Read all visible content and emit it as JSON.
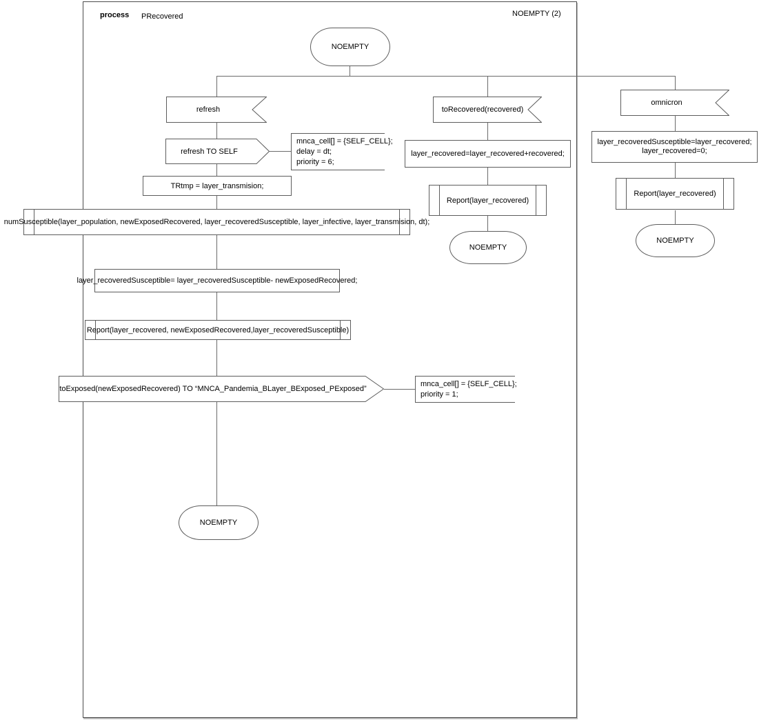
{
  "header": {
    "kind_label": "process",
    "name": "PRecovered",
    "state_ref": "NOEMPTY (2)"
  },
  "nodes": {
    "start_state": "NOEMPTY",
    "refresh_signal": "refresh",
    "refresh_to_self": "refresh TO SELF",
    "refresh_comment_line1": "mnca_cell[] = {SELF_CELL};",
    "refresh_comment_line2": "delay = dt;",
    "refresh_comment_line3": "priority = 6;",
    "trtmp_task": "TRtmp  = layer_transmision;",
    "num_susceptible_call": "numSusceptible(layer_population, newExposedRecovered, layer_recoveredSusceptible, layer_infective, layer_transmision, dt);",
    "recovered_susceptible_task": "layer_recoveredSusceptible= layer_recoveredSusceptible- newExposedRecovered;",
    "report_call_left": "Report(layer_recovered, newExposedRecovered,layer_recoveredSusceptible)",
    "to_exposed_output": "toExposed(newExposedRecovered) TO “MNCA_Pandemia_BLayer_BExposed_PExposed”",
    "to_exposed_comment_line1": "mnca_cell[] = {SELF_CELL};",
    "to_exposed_comment_line2": "priority = 1;",
    "left_end_state": "NOEMPTY",
    "to_recovered_signal": "toRecovered(recovered)",
    "recovered_task": "layer_recovered=layer_recovered+recovered;",
    "report_call_middle": "Report(layer_recovered)",
    "middle_end_state": "NOEMPTY",
    "omnicron_signal": "omnicron",
    "omnicron_task_line1": "layer_recoveredSusceptible=layer_recovered;",
    "omnicron_task_line2": "layer_recovered=0;",
    "report_call_right": "Report(layer_recovered)",
    "right_end_state": "NOEMPTY"
  },
  "colors": {
    "stroke": "#5c5c5c",
    "connector": "#6a6a6a",
    "background": "#ffffff",
    "text": "#000000"
  }
}
